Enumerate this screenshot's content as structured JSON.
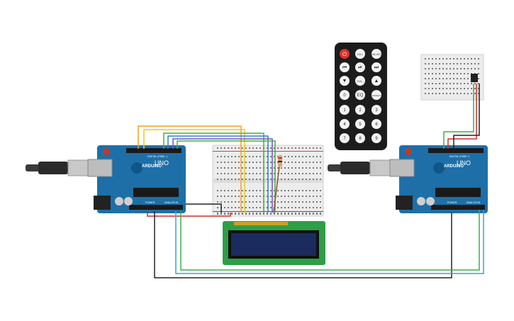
{
  "canvas": {
    "background": "#ffffff"
  },
  "arduino_left": {
    "brand": "ARDUINO",
    "model": "UNO",
    "digital_label": "DIGITAL (PWM ~)",
    "power_label": "POWER",
    "analog_label": "ANALOG IN",
    "board_color": "#1e6fa8"
  },
  "arduino_right": {
    "brand": "ARDUINO",
    "model": "UNO",
    "digital_label": "DIGITAL (PWM ~)",
    "power_label": "POWER",
    "analog_label": "ANALOG IN",
    "board_color": "#1e6fa8"
  },
  "remote": {
    "top_row": [
      "",
      "VOL+",
      "FUNC/STOP"
    ],
    "row2_icons": [
      "rewind-icon",
      "play-pause-icon",
      "fast-forward-icon"
    ],
    "row3": [
      "",
      "VOL-",
      ""
    ],
    "row4": [
      "0",
      "EQ",
      "ST/REPT"
    ],
    "numbers": [
      "1",
      "2",
      "3",
      "4",
      "5",
      "6",
      "7",
      "8",
      "9"
    ],
    "power_color": "#e0302a"
  },
  "lcd": {
    "screen_color": "#1b2b5e",
    "board_color": "#2e9e47"
  },
  "wire_colors": {
    "orange": "#f0a020",
    "yellow": "#f2c521",
    "green": "#3cb04a",
    "blue": "#2f7fd8",
    "purple": "#7a4fc3",
    "red": "#d42b2b",
    "black": "#222222",
    "cyan": "#34a6c9",
    "brown": "#8a5a2b"
  }
}
